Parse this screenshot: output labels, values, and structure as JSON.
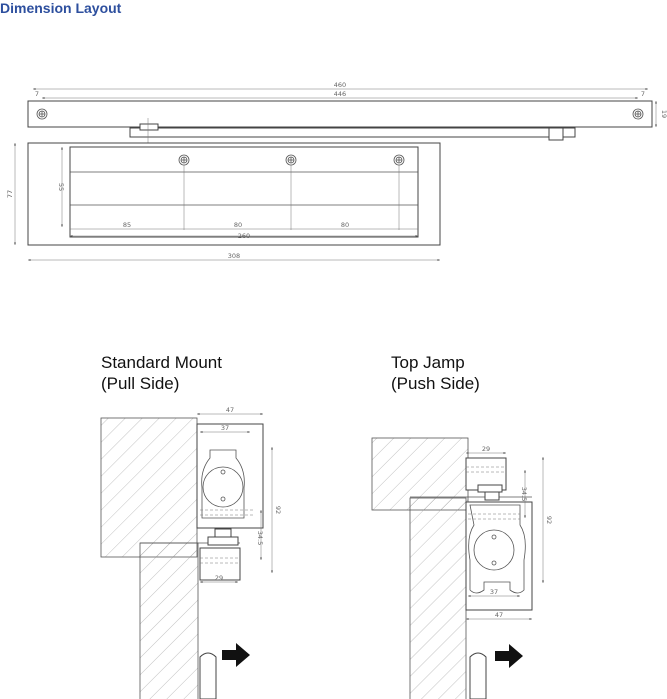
{
  "title": "Dimension Layout",
  "top_view": {
    "dims": {
      "overall_rail": "460",
      "hole_spacing": "446",
      "left_offset": "7",
      "right_offset": "7",
      "rail_height": "19",
      "body_height": "77",
      "plate_height": "55",
      "hole1": "85",
      "hole2": "80",
      "hole3": "80",
      "plate_width": "260",
      "body_width": "308"
    }
  },
  "standard_mount": {
    "heading_line1": "Standard Mount",
    "heading_line2": "(Pull Side)",
    "dims": {
      "width_outer": "47",
      "width_inner": "37",
      "height": "92",
      "arm_offset": "34.5",
      "bracket": "29"
    }
  },
  "top_jamb": {
    "heading_line1": "Top Jamp",
    "heading_line2": "(Push Side)",
    "dims": {
      "bracket": "29",
      "arm_offset": "34.5",
      "height": "92",
      "width_inner": "37",
      "width_outer": "47"
    }
  }
}
